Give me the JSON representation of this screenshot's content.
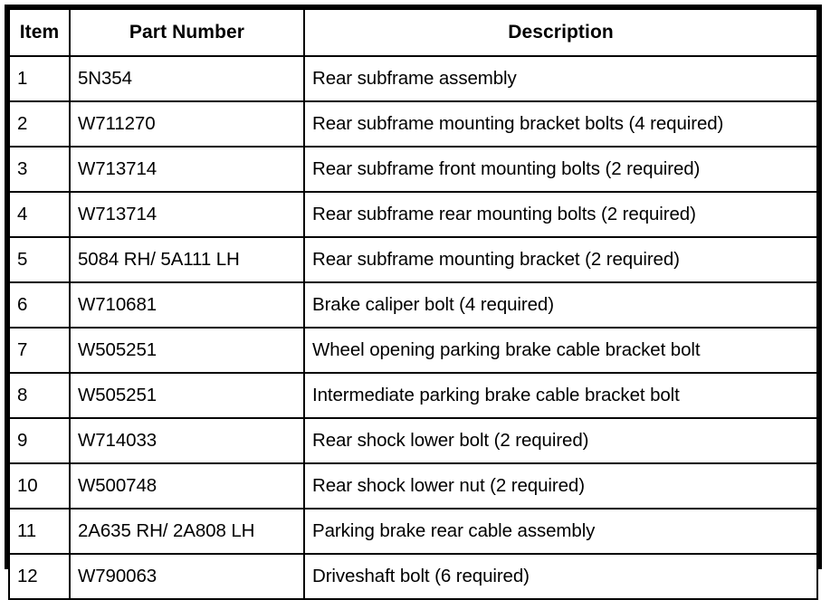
{
  "table": {
    "name": "parts-list-table",
    "columns": [
      {
        "key": "item",
        "label": "Item"
      },
      {
        "key": "part_number",
        "label": "Part Number"
      },
      {
        "key": "description",
        "label": "Description"
      }
    ],
    "rows": [
      {
        "item": "1",
        "part_number": "5N354",
        "description": "Rear subframe assembly"
      },
      {
        "item": "2",
        "part_number": "W711270",
        "description": "Rear subframe mounting bracket bolts (4 required)"
      },
      {
        "item": "3",
        "part_number": "W713714",
        "description": "Rear subframe front mounting bolts (2 required)"
      },
      {
        "item": "4",
        "part_number": "W713714",
        "description": "Rear subframe rear mounting bolts (2 required)"
      },
      {
        "item": "5",
        "part_number": "5084 RH/ 5A111 LH",
        "description": "Rear subframe mounting bracket (2 required)"
      },
      {
        "item": "6",
        "part_number": "W710681",
        "description": "Brake caliper bolt (4 required)"
      },
      {
        "item": "7",
        "part_number": "W505251",
        "description": "Wheel opening parking brake cable bracket bolt"
      },
      {
        "item": "8",
        "part_number": "W505251",
        "description": "Intermediate parking brake cable bracket bolt"
      },
      {
        "item": "9",
        "part_number": "W714033",
        "description": "Rear shock lower bolt (2 required)"
      },
      {
        "item": "10",
        "part_number": "W500748",
        "description": "Rear shock lower nut (2 required)"
      },
      {
        "item": "11",
        "part_number": "2A635 RH/ 2A808 LH",
        "description": "Parking brake rear cable assembly"
      },
      {
        "item": "12",
        "part_number": "W790063",
        "description": "Driveshaft bolt (6 required)"
      }
    ]
  },
  "colors": {
    "background": "#ffffff",
    "border": "#000000",
    "text": "#000000"
  }
}
